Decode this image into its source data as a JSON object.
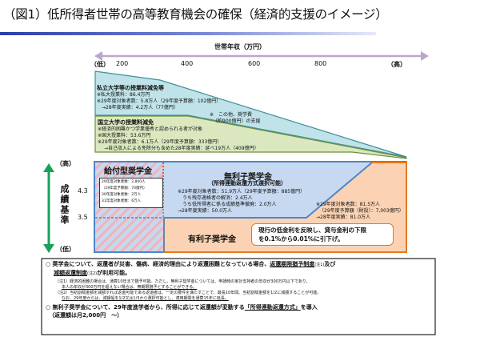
{
  "title": "（図1）低所得者世帯の高等教育機会の確保（経済的支援のイメージ）",
  "x_axis": {
    "label": "世帯年収（万円）",
    "low": "（低）",
    "high": "（高）",
    "ticks": [
      "200",
      "400",
      "600",
      "800"
    ]
  },
  "y_axis": {
    "label": "成績基準",
    "high": "（高）",
    "low": "（低）",
    "ticks": [
      "4.3",
      "3.5"
    ]
  },
  "private": {
    "heading": "私立大学等の授業料減免等",
    "lines": [
      "※私大授業料：86.4万円",
      "※29年度対象者数：5.8万人（29年度予算額：102億円）",
      "→28年度実績：4.2万人（77億円）"
    ],
    "note": [
      "※　この他、奨学費",
      "（約900億円）の支援"
    ]
  },
  "national": {
    "heading": "国立大学の授業料減免",
    "lines": [
      "※経済的困難かつ学業優秀と認められる者が対象",
      "※国大授業料：53.6万円",
      "※29年度対象者数：6.1万人（29年度予算額：333億円）",
      "→自己収入による免除分も含めた28年度実績：延べ19万人（409億円）"
    ]
  },
  "grant": {
    "heading": "給付型奨学金",
    "lines": [
      "29年度対象者数：2,800人",
      "（29年度予算額：70億円）",
      "30年度対象者数：2万人",
      "31年度対象者数：6万人"
    ]
  },
  "interest_free": {
    "heading": "無利子奨学金",
    "sub": "（所得連動返還方式選択可能）",
    "lines": [
      "※29年度対象者数：51.9万人（29年度予算額：885億円）",
      "うち残存適格者の解消：2.4万人",
      "うち低所得者に係る成績基準撤廃：2.0万人",
      "→28年度実績：50.0万人"
    ]
  },
  "interest": {
    "heading": "有利子奨学金",
    "lines": [
      "※29年度対象者数：81.5万人",
      "（29年度予算額（財投）：7,003億円）",
      "→28年度実績：81.0万人"
    ],
    "callout": [
      "現行の低金利を反映し、貸与金利の下限",
      "を0.1%から0.01%に引下げ。"
    ]
  },
  "notes": {
    "b1a": "○ 奨学金について、返還者が災害、傷病、経済的理由により返還困難となっている場合、",
    "b1b": "返還期限猶予制度",
    "b1c": "(注1)",
    "b1d": "及び",
    "b1e": "減額返還制度",
    "b1f": "(注2)",
    "b1g": "が利用可能。",
    "n1": "（注1）経済的困難の場合は、通算10年まで猶予可能。ただし、無利子奨学金については、申請時の家計支持者の年収が300万円以下であり、",
    "n1b": "本人の年収が300万円を超えない場合は、無期限猶予とすることができる。",
    "n2": "（注2）当初割賦金額を減額すれば返還可能である返還者は、一定の要件を満たすことで、最長10年間、当初割賦金額を1/2に減額することが可能。",
    "n2b": "なお、29年度からは、減額幅を1/2又は1/3から選択可能とし、適用期間を通算15年に延長。",
    "b2a": "○ 無利子奨学金について、29年度進学者から、所得に応じて返還額が変動する",
    "b2b": "「所得連動返還方式」",
    "b2c": "を導入",
    "b2d": "（返還額は月2,000円　～）"
  },
  "colors": {
    "private": "#bfe3e8",
    "national": "#dbe8bf",
    "interest_free": "#c7d9f0",
    "interest": "#fbd3b4",
    "axis": "#b8a8d0",
    "ygreen": "#1aa05a"
  }
}
